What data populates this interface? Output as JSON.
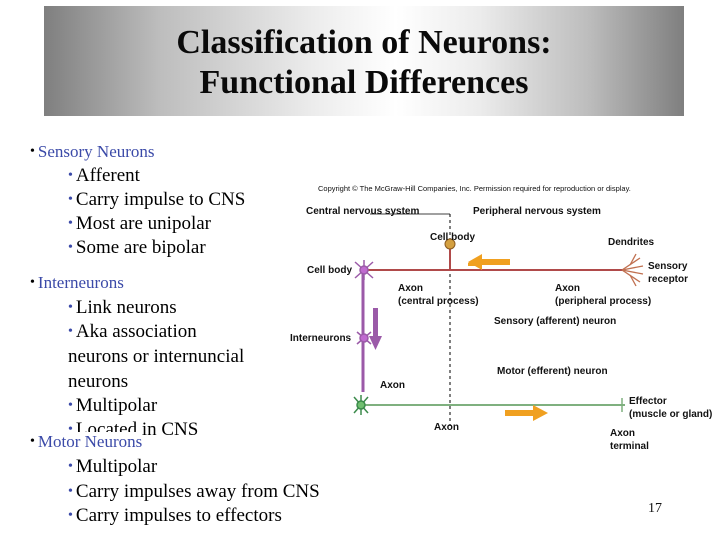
{
  "title": {
    "line1": "Classification of Neurons:",
    "line2": "Functional Differences"
  },
  "outline": {
    "sensory": {
      "heading": "Sensory Neurons",
      "items": [
        "Afferent",
        "Carry impulse to CNS",
        "Most are unipolar",
        "Some are bipolar"
      ]
    },
    "inter": {
      "heading": "Interneurons",
      "items": [
        "Link neurons",
        "Aka association",
        "neurons or internuncial",
        "neurons",
        "Multipolar",
        "Located in CNS"
      ]
    },
    "motor": {
      "heading": "Motor Neurons",
      "items": [
        "Multipolar",
        "Carry impulses away from CNS",
        "Carry impulses to effectors"
      ]
    }
  },
  "diagram": {
    "copyright": "Copyright © The McGraw-Hill Companies, Inc. Permission required for reproduction or display.",
    "cns": "Central nervous system",
    "pns": "Peripheral nervous system",
    "cell_body_top": "Cell body",
    "dendrites": "Dendrites",
    "sensory_receptor_1": "Sensory",
    "sensory_receptor_2": "receptor",
    "cell_body_left": "Cell body",
    "axon_central_1": "Axon",
    "axon_central_2": "(central process)",
    "axon_peripheral_1": "Axon",
    "axon_peripheral_2": "(peripheral process)",
    "sensory_neuron": "Sensory (afferent) neuron",
    "interneurons": "Interneurons",
    "motor_neuron": "Motor (efferent) neuron",
    "axon_inter": "Axon",
    "effector_1": "Effector",
    "effector_2": "(muscle or gland)",
    "axon_motor": "Axon",
    "axon_terminal_1": "Axon",
    "axon_terminal_2": "terminal",
    "colors": {
      "sensory": "#b04a4a",
      "inter": "#9b5aa8",
      "motor": "#7fb07f",
      "arrow": "#f0a020"
    }
  },
  "page_number": "17"
}
